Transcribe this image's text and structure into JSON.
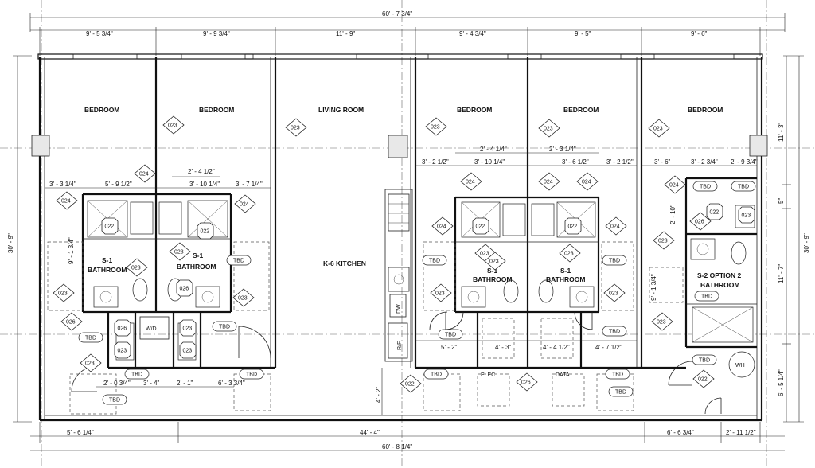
{
  "overall": {
    "top_width": "60' - 7 3/4\"",
    "bottom_width": "60' - 8 1/4\"",
    "left_height": "30' - 9\"",
    "right_height": "30' - 9\""
  },
  "top_dims": [
    "9' - 5 3/4\"",
    "9' - 9 3/4\"",
    "11' - 9\"",
    "9' - 4 3/4\"",
    "9' - 5\"",
    "9' - 6\""
  ],
  "bottom_dims": [
    "5' - 6 1/4\"",
    "44' - 4\"",
    "6' - 6 3/4\"",
    "2' - 11 1/2\""
  ],
  "right_dims": [
    "11' - 3\"",
    "5\"",
    "11' - 7\"",
    "6' - 5 1/4\""
  ],
  "rooms": [
    "BEDROOM",
    "BEDROOM",
    "LIVING ROOM",
    "BEDROOM",
    "BEDROOM",
    "BEDROOM",
    "K-6 KITCHEN"
  ],
  "bathrooms": [
    {
      "code": "S-1",
      "name": "BATHROOM"
    },
    {
      "code": "S-1",
      "name": "BATHROOM"
    },
    {
      "code": "S-1",
      "name": "BATHROOM"
    },
    {
      "code": "S-1",
      "name": "BATHROOM"
    },
    {
      "code": "S-2 OPTION 2",
      "name": "BATHROOM"
    }
  ],
  "interior_dims": {
    "left": [
      "3' - 3 1/4\"",
      "5' - 9 1/2\"",
      "2' - 4 1/2\"",
      "3' - 10 1/4\"",
      "3' - 7 1/4\"",
      "9' - 1 3/4\"",
      "2' - 0 3/4\"",
      "3' - 4\"",
      "2' - 1\"",
      "6' - 3 3/4\""
    ],
    "right": [
      "2' - 4 1/4\"",
      "2' - 3 1/4\"",
      "3' - 2 1/2\"",
      "3' - 10 1/4\"",
      "3' - 6 1/2\"",
      "3' - 2 1/2\"",
      "3' - 6\"",
      "3' - 2 3/4\"",
      "2' - 9 3/4\"",
      "2' - 10\"",
      "9' - 1 3/4\"",
      "5' - 2\"",
      "4' - 3\"",
      "4' - 4 1/2\"",
      "4' - 7 1/2\"",
      "4' - 2\""
    ]
  },
  "fixtures": [
    "W/D",
    "DW",
    "R/F",
    "ELEC",
    "DATA",
    "WH"
  ],
  "tags": {
    "t023": "023",
    "t024": "024",
    "t022": "022",
    "t026": "026",
    "tbd": "TBD"
  }
}
